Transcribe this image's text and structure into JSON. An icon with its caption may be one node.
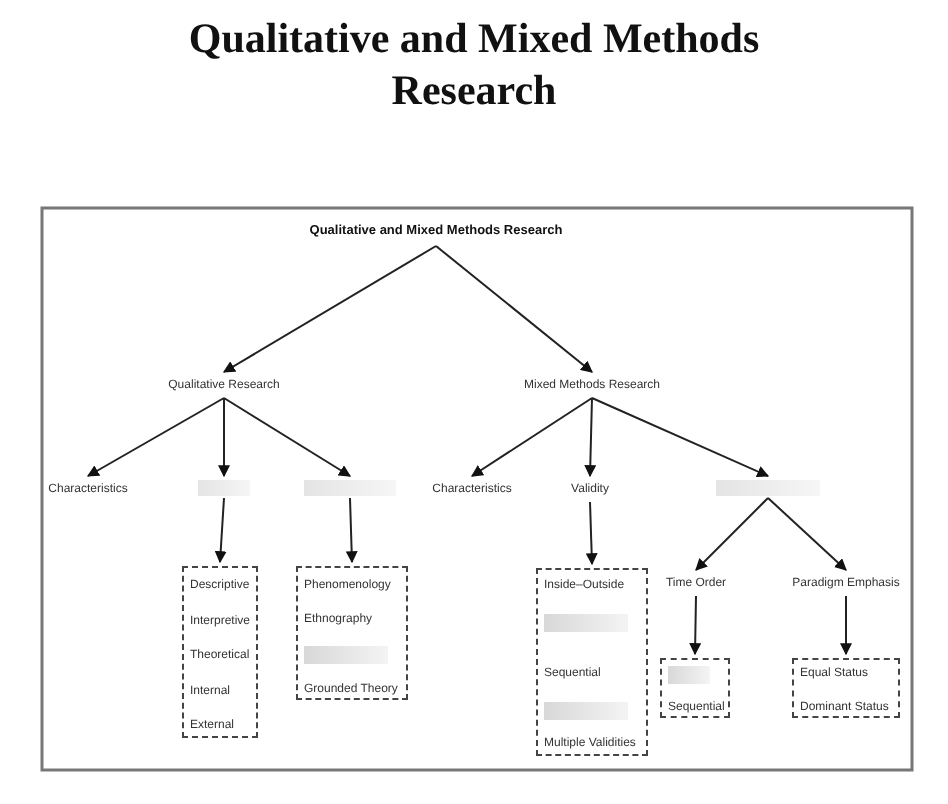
{
  "diagram": {
    "title": "Qualitative and Mixed Methods Research",
    "nodes": [
      {
        "text": [
          "Qualitative and Mixed Methods Research"
        ]
      },
      {
        "text": [
          "Qualitative Research"
        ]
      },
      {
        "text": [
          "Mixed Methods Research"
        ]
      },
      {
        "text": [
          "Characteristics"
        ]
      },
      {
        "text": [],
        "shape": "box"
      },
      {
        "text": [],
        "shape": "box"
      },
      {
        "text": [
          "Characteristics"
        ]
      },
      {
        "text": [
          "Validity"
        ]
      },
      {
        "text": [],
        "shape": "box"
      },
      {
        "text": [
          "Descriptive",
          "Interpretive",
          "Theoretical",
          "Internal",
          "External"
        ]
      },
      {
        "text": [
          "Phenomenology",
          "Ethnography",
          "Grounded Theory"
        ]
      },
      {
        "text": [
          "Inside–Outside",
          "Sequential",
          "Multiple Validities"
        ]
      },
      {
        "text": [
          "Time Order"
        ]
      },
      {
        "text": [
          "Paradigm Emphasis"
        ]
      },
      {
        "text": [
          "Sequential"
        ]
      },
      {
        "text": [
          "Equal Status",
          "Dominant Status"
        ]
      }
    ],
    "edges": [
      {
        "from": 0,
        "to": 1,
        "arrow": "to"
      },
      {
        "from": 0,
        "to": 2,
        "arrow": "to"
      },
      {
        "from": 1,
        "to": 3,
        "arrow": "to"
      },
      {
        "from": 1,
        "to": 4,
        "arrow": "to"
      },
      {
        "from": 1,
        "to": 5,
        "arrow": "to"
      },
      {
        "from": 2,
        "to": 6,
        "arrow": "to"
      },
      {
        "from": 2,
        "to": 7,
        "arrow": "to"
      },
      {
        "from": 2,
        "to": 8,
        "arrow": "to"
      },
      {
        "from": 4,
        "to": 9,
        "arrow": "to"
      },
      {
        "from": 5,
        "to": 10,
        "arrow": "to"
      },
      {
        "from": 7,
        "to": 11,
        "arrow": "to"
      },
      {
        "from": 8,
        "to": 12,
        "arrow": "to"
      },
      {
        "from": 8,
        "to": 13,
        "arrow": "to"
      },
      {
        "from": 12,
        "to": 14,
        "arrow": "to"
      },
      {
        "from": 13,
        "to": 15,
        "arrow": "to"
      }
    ]
  }
}
